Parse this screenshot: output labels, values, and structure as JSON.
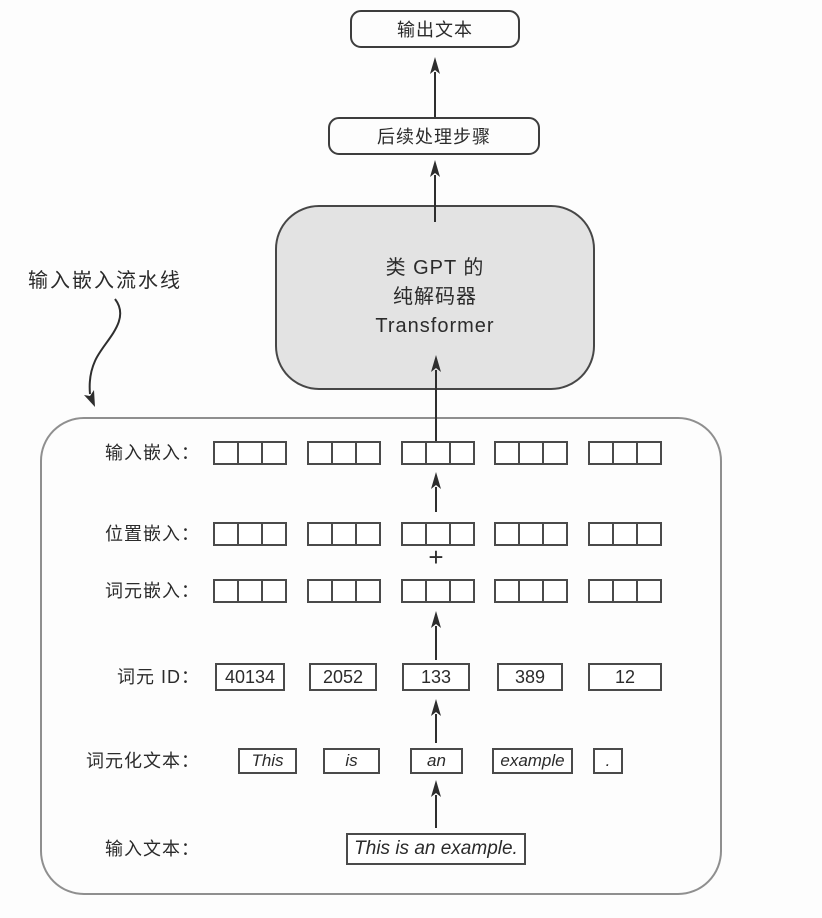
{
  "diagram": {
    "boxes": {
      "output_text": "输出文本",
      "post_processing": "后续处理步骤",
      "transformer_line1": "类 GPT 的",
      "transformer_line2": "纯解码器",
      "transformer_line3": "Transformer"
    },
    "pipeline_annotation": "输入嵌入流水线",
    "plus_sign": "+",
    "row_labels": {
      "input_embedding": "输入嵌入：",
      "position_embedding": "位置嵌入：",
      "token_embedding": "词元嵌入：",
      "token_id": "词元 ID：",
      "tokenized_text": "词元化文本：",
      "input_text": "输入文本："
    },
    "token_ids": [
      "40134",
      "2052",
      "133",
      "389",
      "12"
    ],
    "tokens": [
      "This",
      "is",
      "an",
      "example",
      "."
    ],
    "input_sentence": "This is an example.",
    "embedding_layout": {
      "groups": 5,
      "cells_per_group": 3
    },
    "colors": {
      "transformer_fill": "#e3e3e3",
      "line": "#2e2e2e",
      "box_border": "#3d3d3d",
      "cell_border": "#4a4a4a",
      "container_border": "#8f8f8f"
    }
  }
}
